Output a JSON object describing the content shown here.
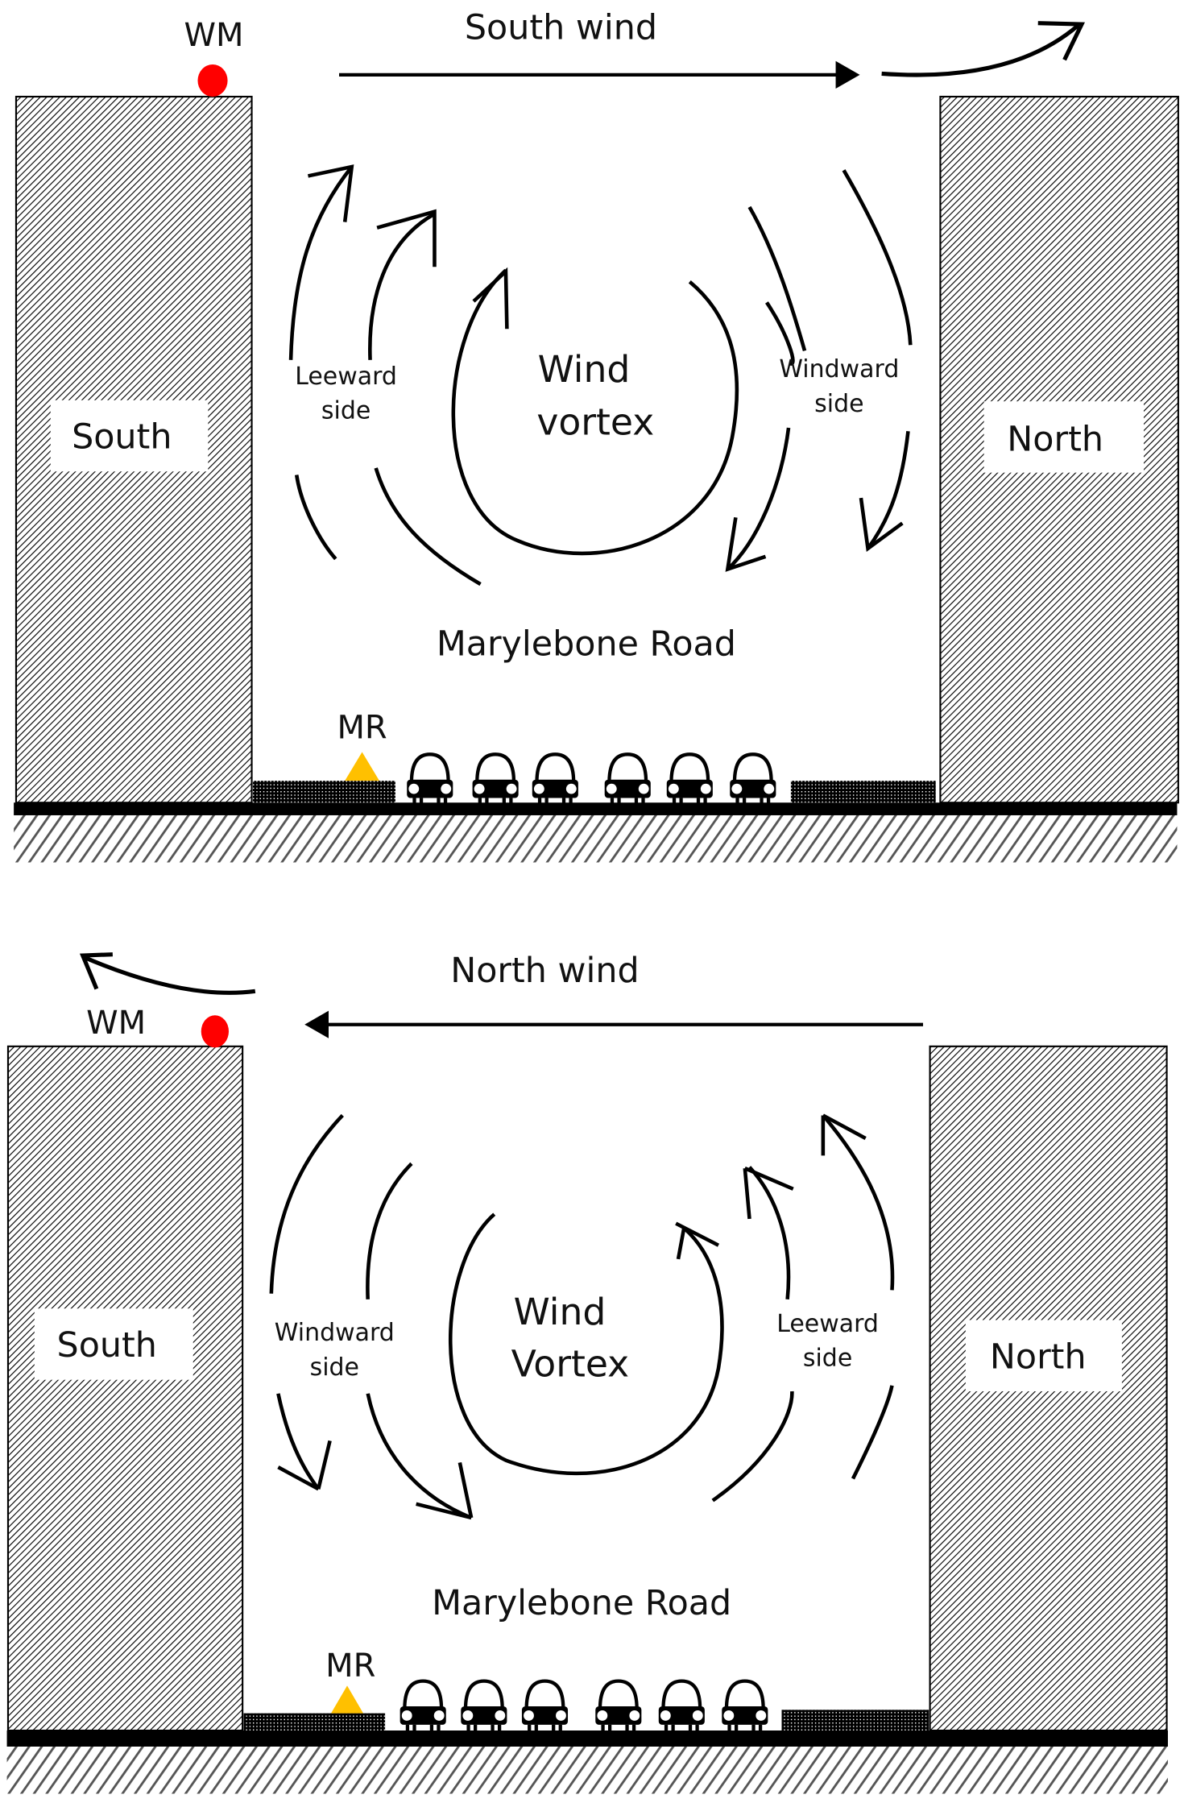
{
  "figure": {
    "panels": [
      {
        "id": "south-wind",
        "wind_label": "South wind",
        "wind_direction": "left-to-right",
        "met_station_label": "WM",
        "roadside_station_label": "MR",
        "left_building_label": "South",
        "right_building_label": "North",
        "vortex_label_line1": "Wind",
        "vortex_label_line2": "vortex",
        "left_side_label_line1": "Leeward",
        "left_side_label_line2": "side",
        "right_side_label_line1": "Windward",
        "right_side_label_line2": "side",
        "road_label": "Marylebone Road",
        "car_count": 6
      },
      {
        "id": "north-wind",
        "wind_label": "North wind",
        "wind_direction": "right-to-left",
        "met_station_label": "WM",
        "roadside_station_label": "MR",
        "left_building_label": "South",
        "right_building_label": "North",
        "vortex_label_line1": "Wind",
        "vortex_label_line2": "Vortex",
        "left_side_label_line1": "Windward",
        "left_side_label_line2": "side",
        "right_side_label_line1": "Leeward",
        "right_side_label_line2": "side",
        "road_label": "Marylebone Road",
        "car_count": 6
      }
    ],
    "colors": {
      "met_station": "#ff0000",
      "roadside_station": "#ffc000",
      "ink": "#000000"
    }
  }
}
